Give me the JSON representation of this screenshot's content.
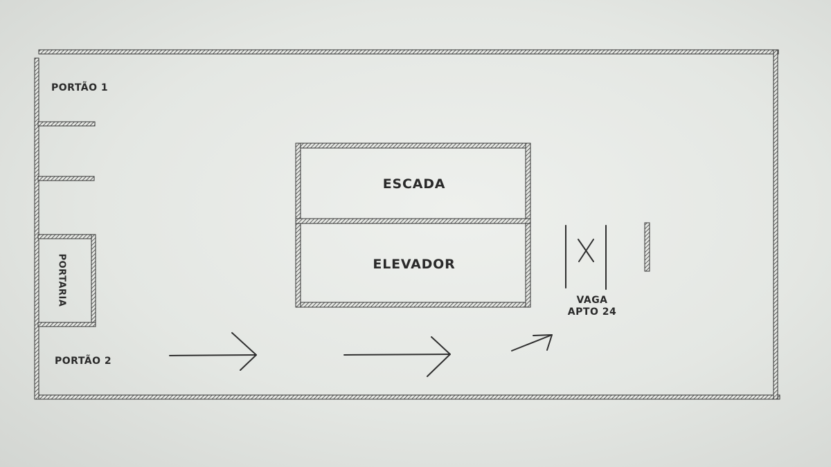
{
  "labels": {
    "portao_1": "PORTÃO 1",
    "portao_2": "PORTÃO 2",
    "portaria": "PORTARIA",
    "escada": "ESCADA",
    "elevador": "ELEVADOR",
    "vaga_line1": "VAGA",
    "vaga_line2": "APTO 24"
  },
  "colors": {
    "ink": "#2a2a2a",
    "paper": "#e8eae6"
  }
}
